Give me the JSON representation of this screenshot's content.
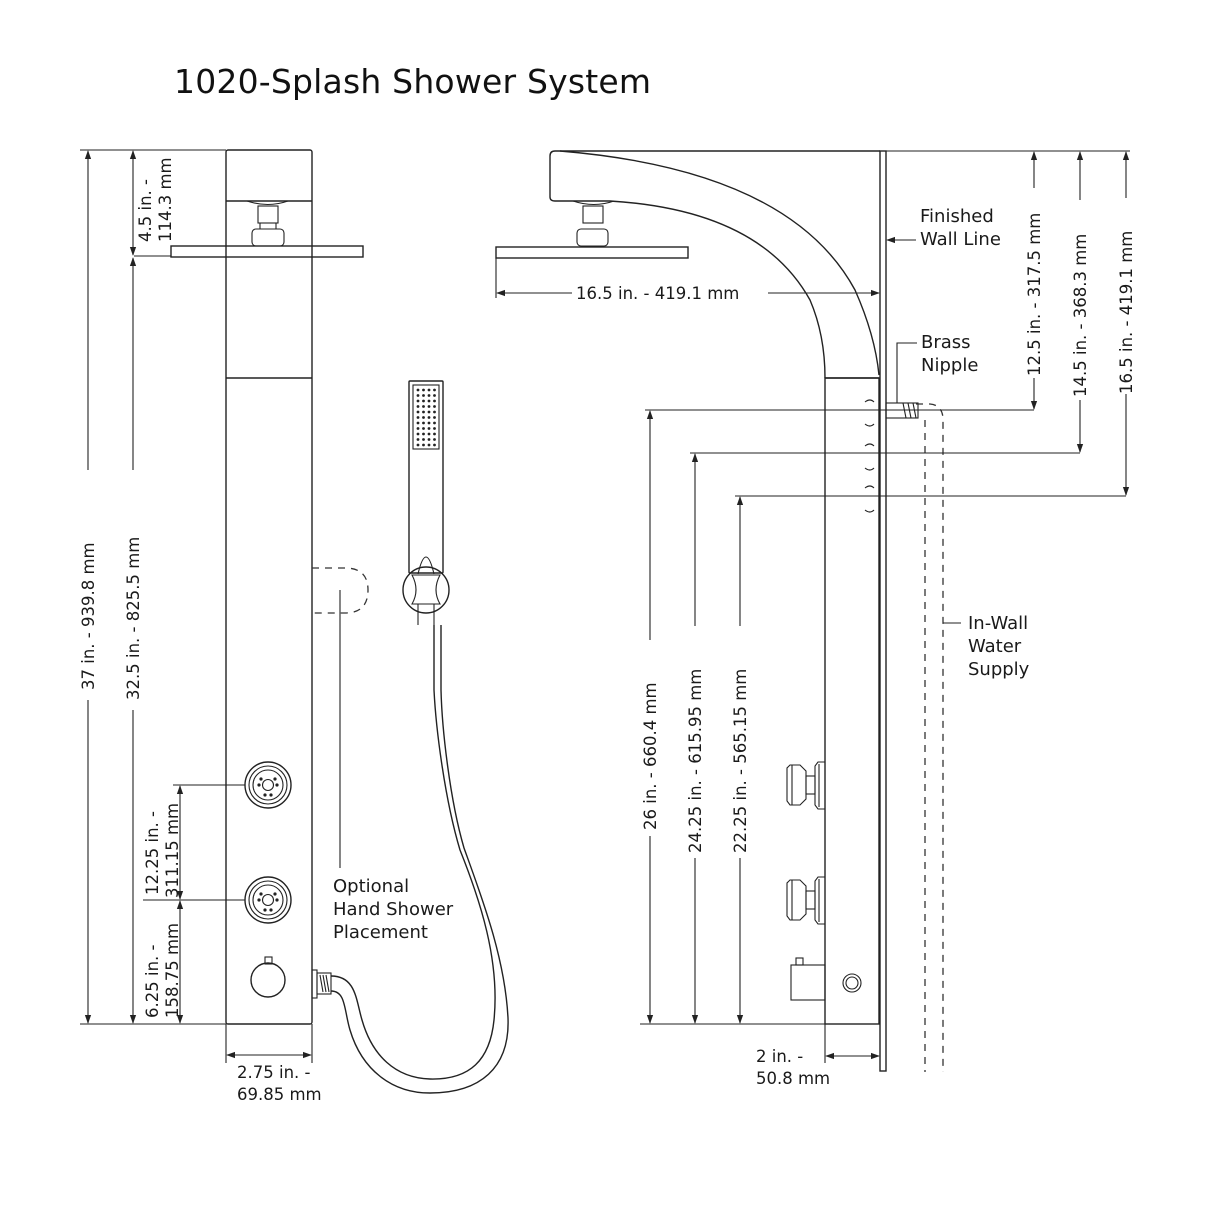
{
  "title": "1020-Splash Shower System",
  "front_view": {
    "dimensions": {
      "head_height": [
        "4.5 in. -",
        "114.3 mm"
      ],
      "total_height": "37 in. - 939.8 mm",
      "body_height": "32.5 in. - 825.5 mm",
      "jet_spacing": [
        "12.25 in. -",
        "311.15 mm"
      ],
      "bottom_jet_height": [
        "6.25 in. -",
        "158.75 mm"
      ],
      "panel_width": [
        "2.75 in. -",
        "69.85 mm"
      ]
    },
    "labels": {
      "hand_shower": [
        "Optional",
        "Hand Shower",
        "Placement"
      ]
    }
  },
  "side_view": {
    "dimensions": {
      "head_reach": "16.5 in. - 419.1 mm",
      "inlet_1_from_top": "12.5 in. - 317.5 mm",
      "inlet_2_from_top": "14.5 in. - 368.3 mm",
      "inlet_3_from_top": "16.5 in. - 419.1 mm",
      "inlet_1_from_bottom": "26 in. - 660.4 mm",
      "inlet_2_from_bottom": "24.25 in. - 615.95 mm",
      "inlet_3_from_bottom": "22.25 in. - 565.15 mm",
      "wall_offset": [
        "2 in. -",
        "50.8 mm"
      ]
    },
    "labels": {
      "finished_wall": [
        "Finished",
        "Wall Line"
      ],
      "brass_nipple": [
        "Brass",
        "Nipple"
      ],
      "water_supply": [
        "In-Wall",
        "Water",
        "Supply"
      ]
    }
  }
}
